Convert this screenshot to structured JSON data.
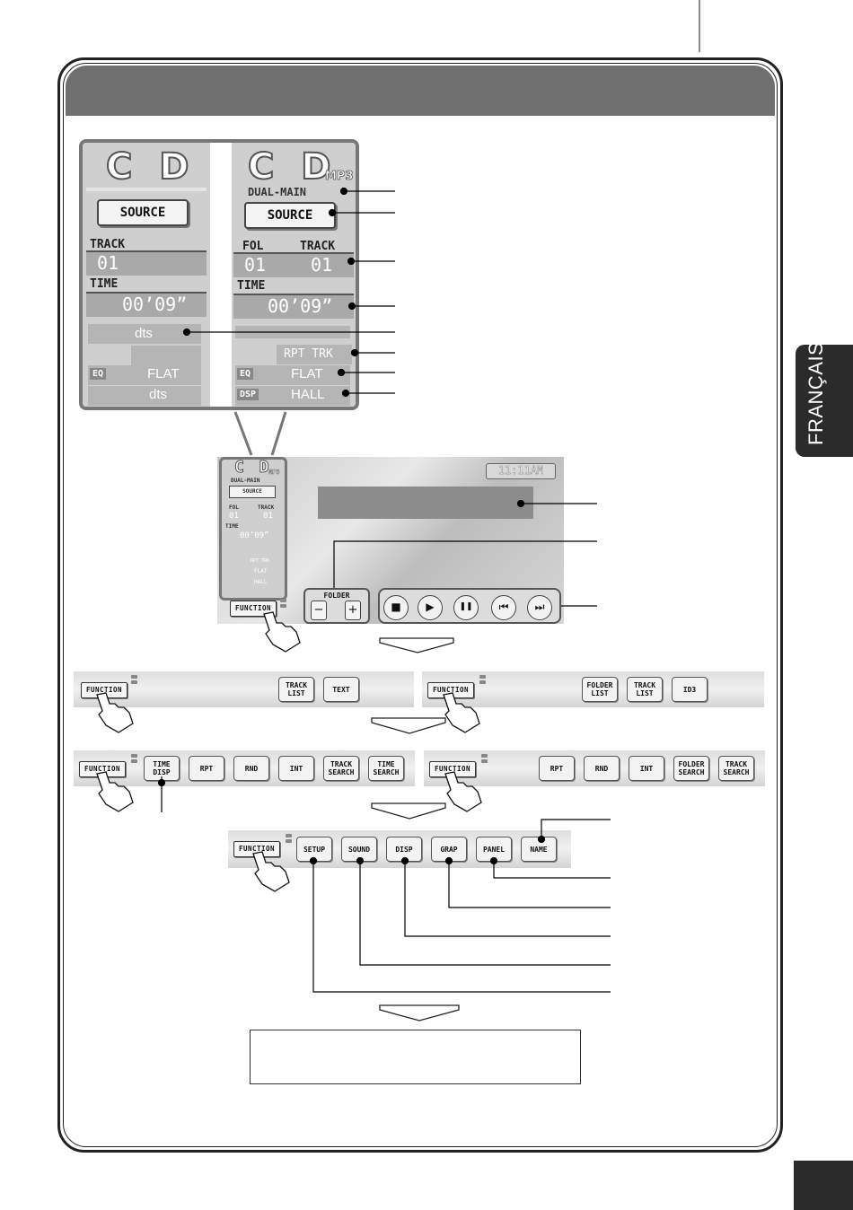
{
  "side_tab": {
    "language": "FRANÇAIS"
  },
  "lcd_left": {
    "source_title": "C D",
    "source_button": "SOURCE",
    "track_label": "TRACK",
    "track_value": "01",
    "time_label": "TIME",
    "time_value": "00’09”",
    "dts_indicator": "dts",
    "eq_tag": "EQ",
    "eq_value": "FLAT",
    "dsp_value": "dts"
  },
  "lcd_right": {
    "source_title": "C D",
    "format_badge": "MP3",
    "dual_mode": "DUAL-MAIN",
    "source_button": "SOURCE",
    "folder_label": "FOL",
    "track_label": "TRACK",
    "folder_value": "01",
    "track_value": "01",
    "time_label": "TIME",
    "time_value": "00’09”",
    "play_mode": "RPT TRK",
    "eq_tag": "EQ",
    "eq_value": "FLAT",
    "dsp_tag": "DSP",
    "dsp_value": "HALL"
  },
  "screen": {
    "clock": "11:11AM",
    "mini": {
      "title": "C D",
      "badge": "MP3",
      "dual": "DUAL-MAIN",
      "source": "SOURCE",
      "fol": "FOL",
      "track": "TRACK",
      "fol_val": "01",
      "track_val": "01",
      "time": "TIME",
      "time_val": "00’09”",
      "mode": "RPT TRK",
      "eq": "FLAT",
      "dsp": "HALL"
    },
    "function_button": "FUNCTION",
    "folder_label": "FOLDER",
    "folder_minus": "−",
    "folder_plus": "+",
    "transport": [
      "■",
      "▶",
      "❚❚",
      "⏮",
      "⏭"
    ]
  },
  "menu_cd_1": {
    "function": "FUNCTION",
    "buttons": [
      "TRACK\nLIST",
      "TEXT"
    ]
  },
  "menu_mp3_1": {
    "function": "FUNCTION",
    "buttons": [
      "FOLDER\nLIST",
      "TRACK\nLIST",
      "ID3"
    ]
  },
  "menu_cd_2": {
    "function": "FUNCTION",
    "buttons": [
      "TIME\nDISP",
      "RPT",
      "RND",
      "INT",
      "TRACK\nSEARCH",
      "TIME\nSEARCH"
    ]
  },
  "menu_mp3_2": {
    "function": "FUNCTION",
    "buttons": [
      "RPT",
      "RND",
      "INT",
      "FOLDER\nSEARCH",
      "TRACK\nSEARCH"
    ]
  },
  "menu_common": {
    "function": "FUNCTION",
    "buttons": [
      "SETUP",
      "SOUND",
      "DISP",
      "GRAP",
      "PANEL",
      "NAME"
    ]
  }
}
